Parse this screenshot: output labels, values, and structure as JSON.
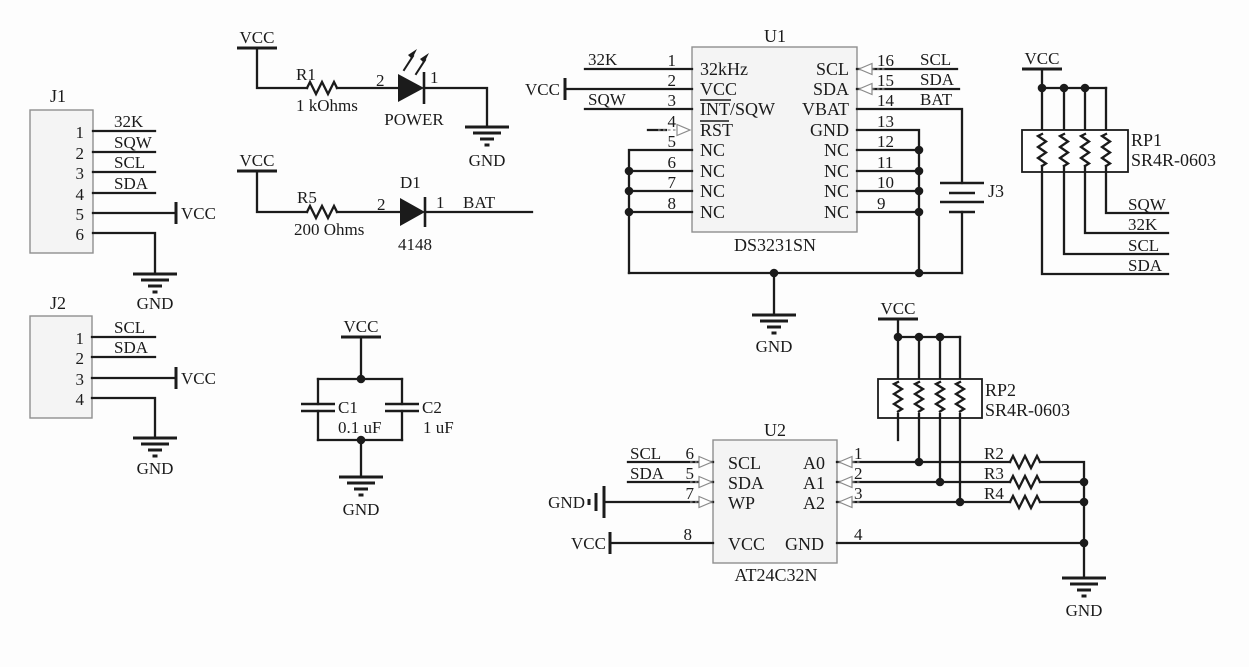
{
  "colors": {
    "wire": "#1b1b1b",
    "ic_fill": "#f4f4f4",
    "ic_border": "#8f8f8f",
    "background": "#ffffff"
  },
  "j1": {
    "ref": "J1",
    "pin_numbers": [
      "1",
      "2",
      "3",
      "4",
      "5",
      "6"
    ],
    "nets": [
      "32K",
      "SQW",
      "SCL",
      "SDA"
    ],
    "vcc": "VCC",
    "gnd": "GND"
  },
  "j2": {
    "ref": "J2",
    "pin_numbers": [
      "1",
      "2",
      "3",
      "4"
    ],
    "nets": [
      "SCL",
      "SDA"
    ],
    "vcc": "VCC",
    "gnd": "GND"
  },
  "led_circuit": {
    "vcc": "VCC",
    "r_ref": "R1",
    "r_value": "1 kOhms",
    "pin_left": "2",
    "pin_right": "1",
    "led_label": "POWER",
    "gnd": "GND"
  },
  "bat_circuit": {
    "vcc": "VCC",
    "r_ref": "R5",
    "r_value": "200 Ohms",
    "pin_left": "2",
    "d_ref": "D1",
    "d_value": "4148",
    "pin_right": "1",
    "net": "BAT"
  },
  "cap_circuit": {
    "vcc": "VCC",
    "c1_ref": "C1",
    "c1_value": "0.1 uF",
    "c2_ref": "C2",
    "c2_value": "1 uF",
    "gnd": "GND"
  },
  "u1": {
    "ref": "U1",
    "part": "DS3231SN",
    "left_pins": [
      {
        "num": "1",
        "name": "32kHz",
        "net": "32K"
      },
      {
        "num": "2",
        "name": "VCC",
        "net": "VCC"
      },
      {
        "num": "3",
        "name": "INT/SQW",
        "net": "SQW"
      },
      {
        "num": "4",
        "name": "RST"
      },
      {
        "num": "5",
        "name": "NC"
      },
      {
        "num": "6",
        "name": "NC"
      },
      {
        "num": "7",
        "name": "NC"
      },
      {
        "num": "8",
        "name": "NC"
      }
    ],
    "right_pins": [
      {
        "num": "16",
        "name": "SCL",
        "net": "SCL"
      },
      {
        "num": "15",
        "name": "SDA",
        "net": "SDA"
      },
      {
        "num": "14",
        "name": "VBAT",
        "net": "BAT"
      },
      {
        "num": "13",
        "name": "GND"
      },
      {
        "num": "12",
        "name": "NC"
      },
      {
        "num": "11",
        "name": "NC"
      },
      {
        "num": "10",
        "name": "NC"
      },
      {
        "num": "9",
        "name": "NC"
      }
    ],
    "gnd": "GND"
  },
  "j3": {
    "ref": "J3"
  },
  "rp1": {
    "ref": "RP1",
    "part": "SR4R-0603",
    "vcc": "VCC",
    "nets": [
      "SQW",
      "32K",
      "SCL",
      "SDA"
    ]
  },
  "rp2": {
    "ref": "RP2",
    "part": "SR4R-0603",
    "vcc": "VCC"
  },
  "u2": {
    "ref": "U2",
    "part": "AT24C32N",
    "left_pins": [
      {
        "num": "6",
        "name": "SCL",
        "net": "SCL"
      },
      {
        "num": "5",
        "name": "SDA",
        "net": "SDA"
      },
      {
        "num": "7",
        "name": "WP",
        "net": "GND"
      },
      {
        "num": "8",
        "name": "VCC",
        "net": "VCC"
      }
    ],
    "right_pins": [
      {
        "num": "1",
        "name": "A0"
      },
      {
        "num": "2",
        "name": "A1"
      },
      {
        "num": "3",
        "name": "A2"
      },
      {
        "num": "4",
        "name": "GND"
      }
    ],
    "resistors": [
      "R2",
      "R3",
      "R4"
    ],
    "gnd": "GND"
  }
}
